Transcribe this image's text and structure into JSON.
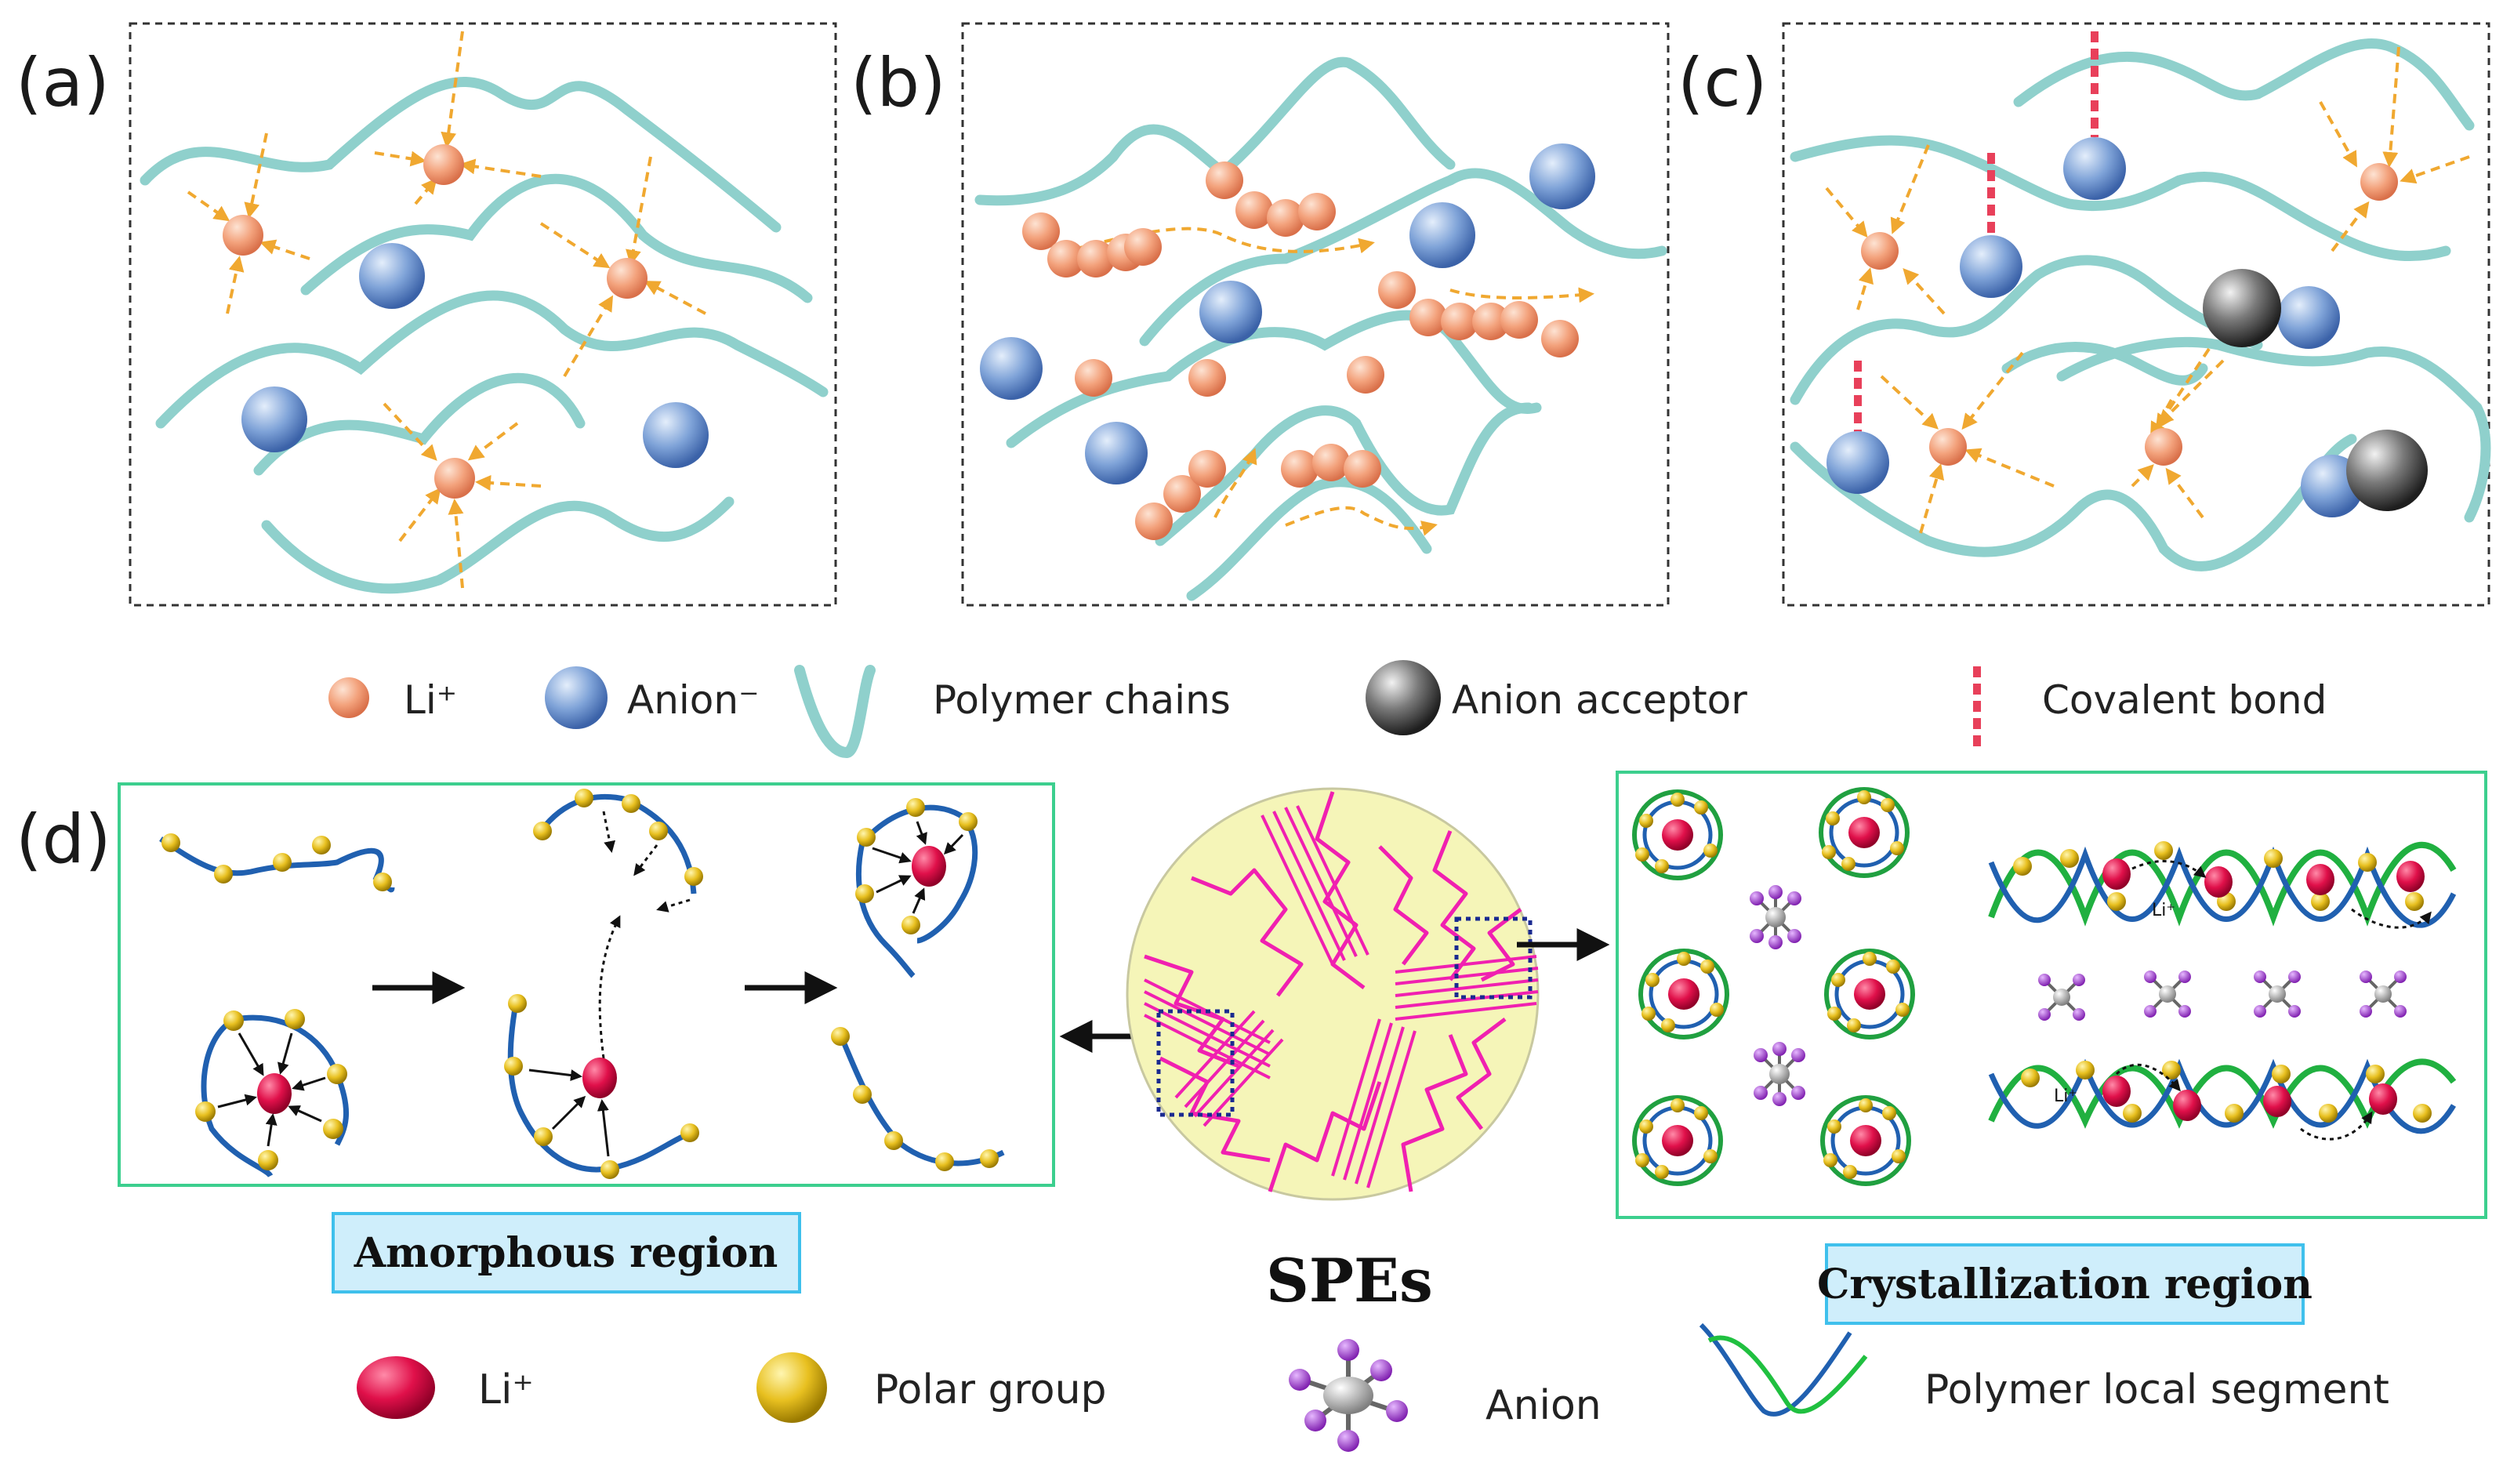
{
  "panels": {
    "a_label": "(a)",
    "b_label": "(b)",
    "c_label": "(c)",
    "d_label": "(d)"
  },
  "legend_top": {
    "li": "Li⁺",
    "anion": "Anion⁻",
    "polymer_chains": "Polymer chains",
    "anion_acceptor": "Anion acceptor",
    "covalent_bond": "Covalent bond"
  },
  "panel_d": {
    "amorphous_region": "Amorphous region",
    "spes": "SPEs",
    "crystallization_region": "Crystallization region",
    "li_small": "Li⁺"
  },
  "legend_bottom": {
    "li": "Li⁺",
    "polar_group": "Polar group",
    "anion": "Anion",
    "polymer_local_segment": "Polymer local segment"
  },
  "colors": {
    "chain": "#8fd0cc",
    "li_orange": "#f2a07a",
    "anion_blue": "#4f7fc0",
    "arrow_orange": "#f0a830",
    "bond_red": "#e8405a",
    "frame_green": "#3ccf8e",
    "spes_pink": "#f020b0",
    "spes_fill": "#f5f5b8",
    "li_red": "#e0104a",
    "polar_yellow": "#e8c020",
    "anion_purple": "#a040c8"
  }
}
